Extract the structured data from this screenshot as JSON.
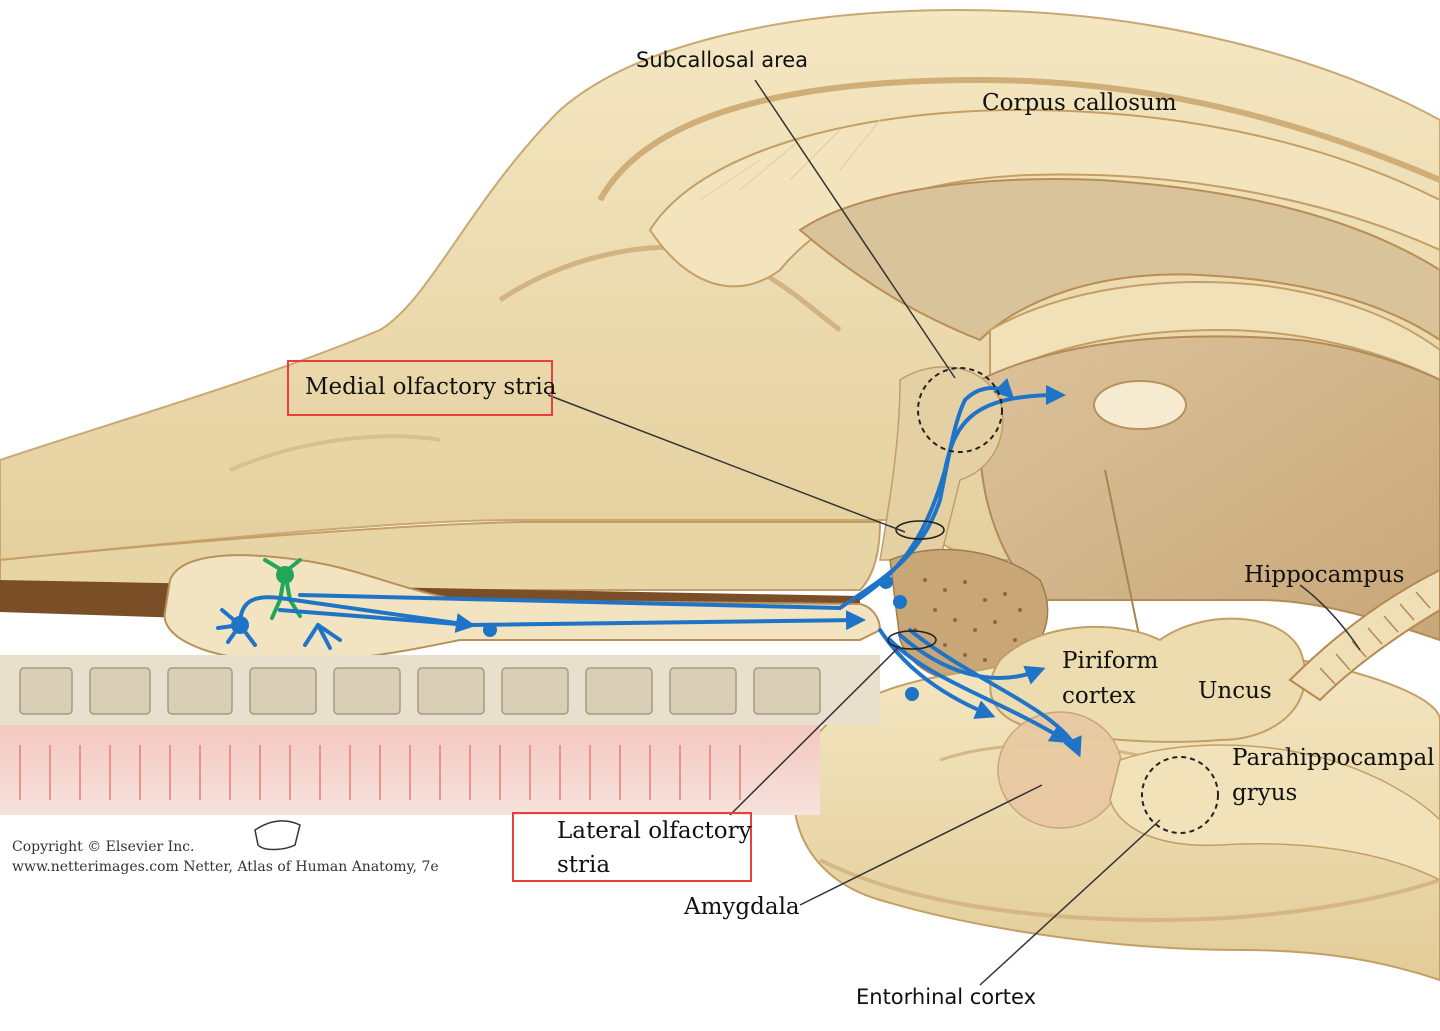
{
  "labels": {
    "subcallosal_area": "Subcallosal area",
    "corpus_callosum": "Corpus callosum",
    "medial_olfactory_stria": "Medial olfactory stria",
    "hippocampus": "Hippocampus",
    "piriform_line1": "Piriform",
    "piriform_line2": "cortex",
    "uncus": "Uncus",
    "parahippocampal_line1": "Parahippocampal",
    "parahippocampal_line2": "gryus",
    "lateral_olfactory_line1": "Lateral olfactory",
    "lateral_olfactory_line2": "stria",
    "amygdala": "Amygdala",
    "entorhinal_cortex": "Entorhinal cortex"
  },
  "copyright": {
    "line1": "Copyright © Elsevier Inc.",
    "line2": "www.netterimages.com Netter, Atlas of Human Anatomy, 7e"
  },
  "colors": {
    "pathway": "#1f74c8",
    "neuron_green": "#22a65a",
    "highlight_box": "#e8403c",
    "brain_tissue": "#ecdcb0",
    "brain_shadow": "#c9a873",
    "bone": "#ddd3c0",
    "mucosa": "#e9a7a0"
  }
}
